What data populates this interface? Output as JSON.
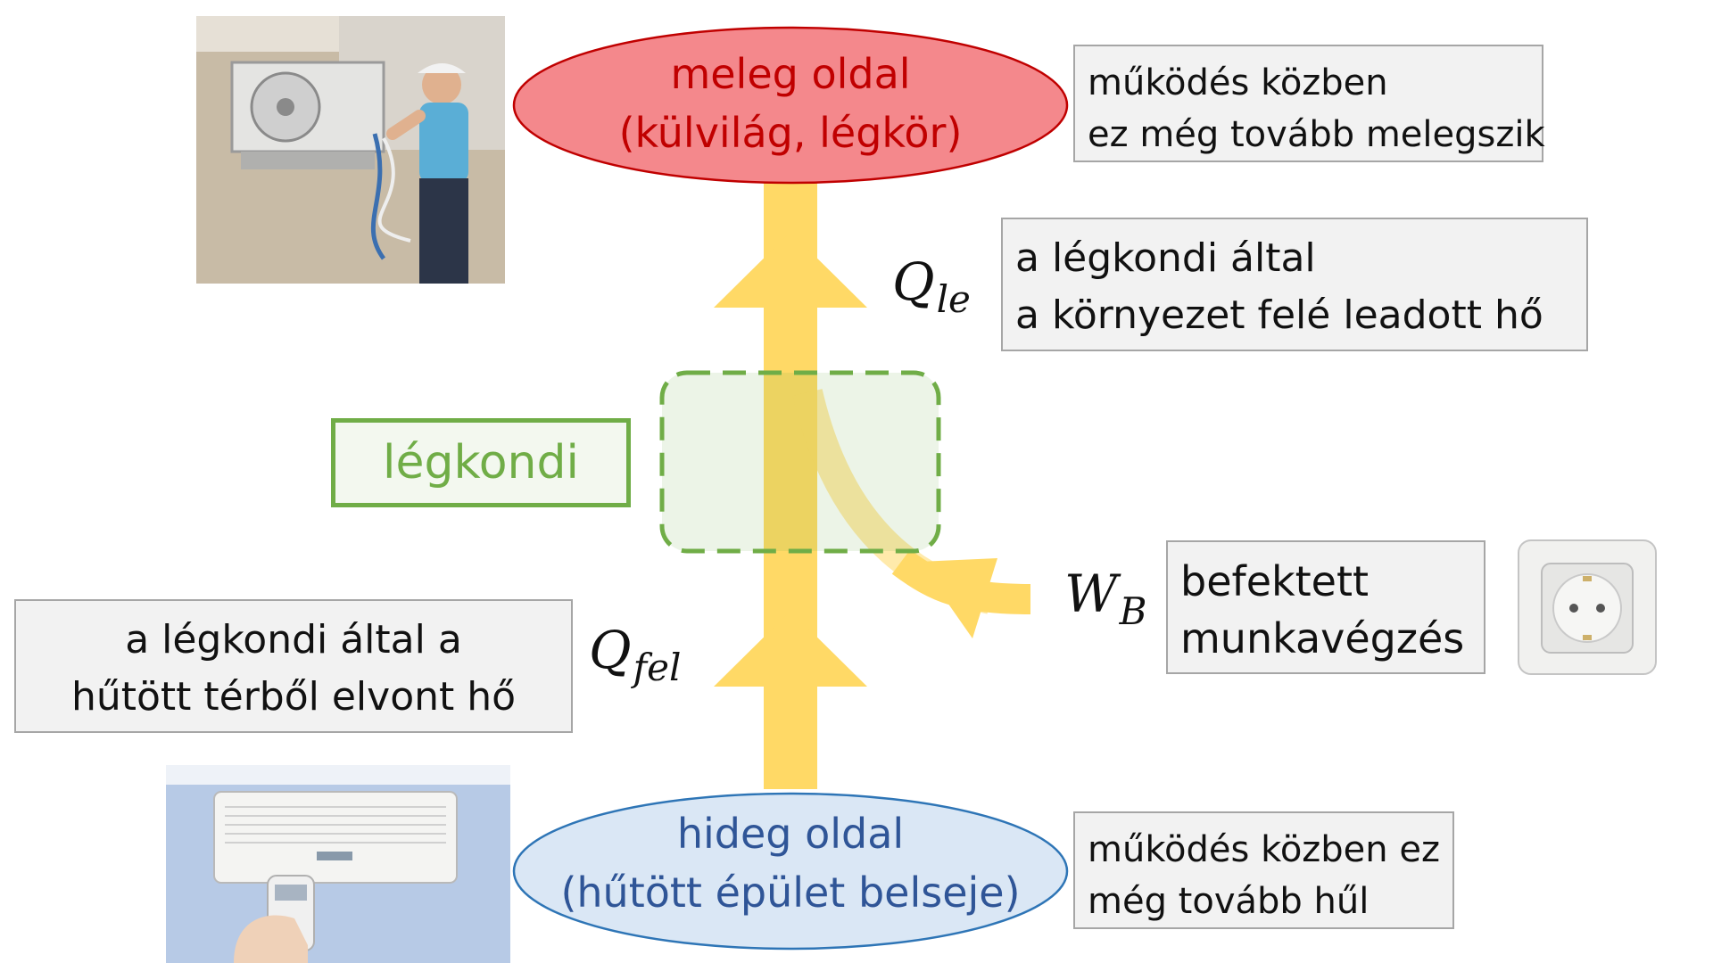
{
  "hot_side": {
    "lines": [
      "meleg oldal",
      "(külvilág, légkör)"
    ],
    "fill": "#f4888c",
    "stroke": "#c00000",
    "text_color": "#c00000"
  },
  "cold_side": {
    "lines": [
      "hideg oldal",
      "(hűtött épület belseje)"
    ],
    "fill": "#dae7f5",
    "stroke": "#2e75b6",
    "text_color": "#2f5597"
  },
  "ac_label": "légkondi",
  "ac_color": "#70ad47",
  "arrow_color": "#ffd966",
  "boxes": {
    "hot_note": [
      "működés közben",
      "ez még tovább melegszik"
    ],
    "q_le_note": [
      "a légkondi által",
      "a környezet felé leadott hő"
    ],
    "w_b_note": [
      "befektett",
      "munkavégzés"
    ],
    "q_fel_note": [
      "a légkondi által a",
      "hűtött térből elvont hő"
    ],
    "cold_note": [
      "működés közben ez",
      "még tovább hűl"
    ]
  },
  "symbols": {
    "q_le": {
      "base": "Q",
      "sub": "le"
    },
    "q_fel": {
      "base": "Q",
      "sub": "fel"
    },
    "w_b": {
      "base": "W",
      "sub": "B"
    }
  },
  "photos": {
    "outdoor_unit": "outdoor-ac-unit-technician-photo",
    "indoor_unit": "indoor-ac-unit-remote-photo",
    "socket": "wall-power-socket-photo"
  }
}
